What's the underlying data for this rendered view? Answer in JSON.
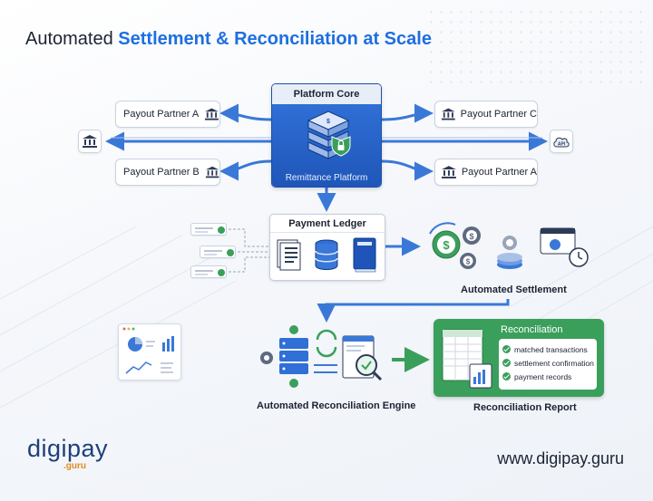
{
  "title": {
    "prefix": "Automated ",
    "highlight": "Settlement & Reconciliation at Scale"
  },
  "colors": {
    "accent_blue": "#1d6fe0",
    "core_blue": "#2f6fd6",
    "recon_green": "#3b9f5c",
    "arrow_blue": "#3a78d8",
    "logo_orange": "#e08a1e"
  },
  "platform_core": {
    "heading": "Platform Core",
    "label": "Remittance Platform"
  },
  "partners": {
    "top_left": "Payout Partner A",
    "bottom_left": "Payout Partner B",
    "top_right": "Payout Partner C",
    "bottom_right": "Payout Partner A"
  },
  "api_icon": {
    "text": "API"
  },
  "ledger": {
    "heading": "Payment Ledger"
  },
  "settlement": {
    "caption": "Automated Settlement"
  },
  "engine": {
    "caption": "Automated Reconciliation Engine"
  },
  "report": {
    "title": "Reconciliation",
    "items": [
      "matched transactions",
      "settlement confirmation",
      "payment records"
    ],
    "caption": "Reconciliation Report"
  },
  "logo": {
    "main": "digipay",
    "sub": ".guru"
  },
  "website": "www.digipay.guru"
}
